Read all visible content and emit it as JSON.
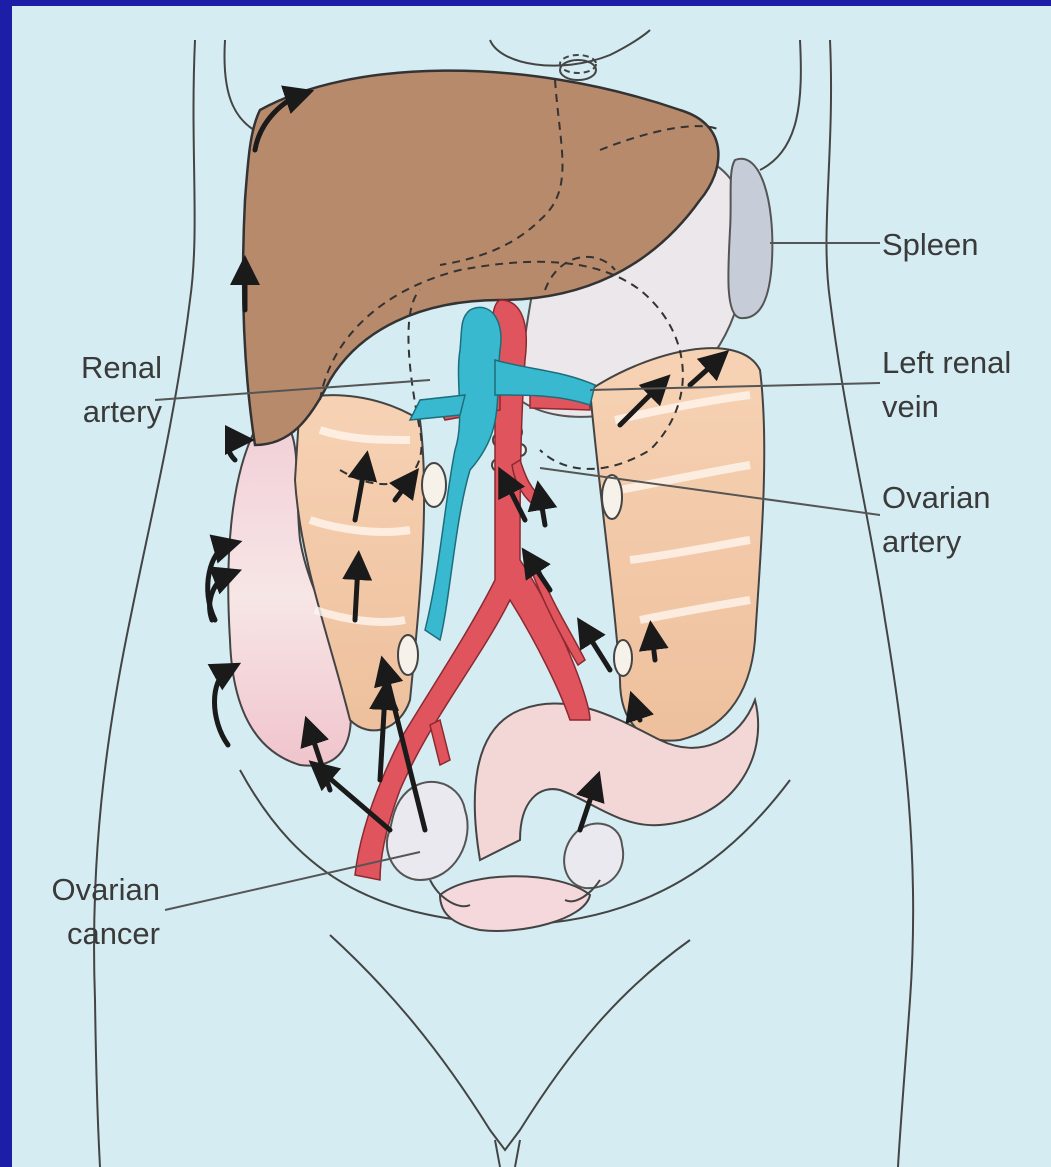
{
  "labels": {
    "spleen": "Spleen",
    "renal_artery_1": "Renal",
    "renal_artery_2": "artery",
    "left_renal_vein_1": "Left renal",
    "left_renal_vein_2": "vein",
    "ovarian_artery_1": "Ovarian",
    "ovarian_artery_2": "artery",
    "ovarian_cancer_1": "Ovarian",
    "ovarian_cancer_2": "cancer"
  },
  "colors": {
    "border": "#1c1ea8",
    "background": "#d4ecf2",
    "liver": "#b88a6c",
    "vein": "#39b9cf",
    "artery": "#e0545e",
    "colon": "#f3c9a8",
    "spleen": "#c6cdd8",
    "outline": "#333333",
    "arrow": "#1a1a1a"
  },
  "icons": [
    "spread-arrow-icon"
  ]
}
